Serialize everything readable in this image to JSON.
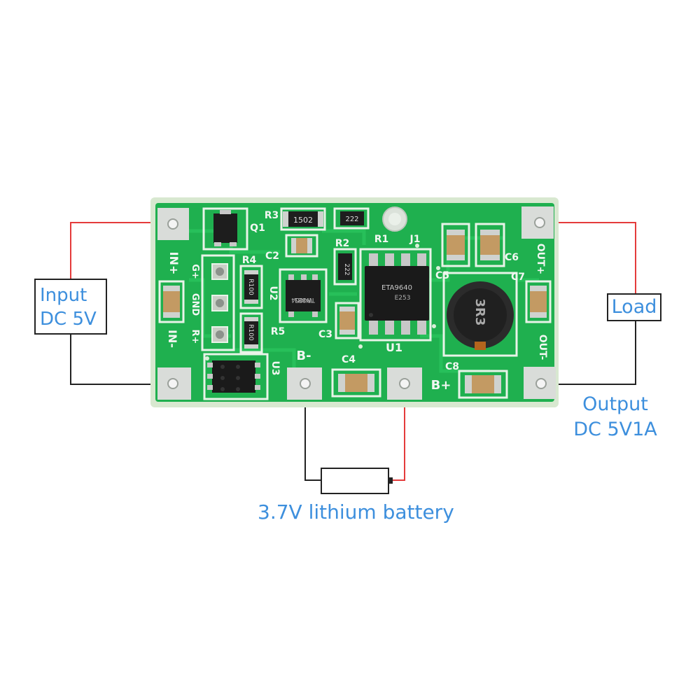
{
  "input_label": {
    "line1": "Input",
    "line2": "DC 5V"
  },
  "load_label": "Load",
  "output_label": {
    "line1": "Output",
    "line2": "DC 5V1A"
  },
  "battery_label": "3.7V lithium battery",
  "board": {
    "silk": {
      "in_plus": "IN+",
      "in_minus": "IN-",
      "g_plus": "G+",
      "gnd": "GND",
      "r_plus": "R+",
      "b_minus": "B-",
      "b_plus": "B+",
      "out_plus": "OUT+",
      "out_minus": "OUT-",
      "q1": "Q1",
      "r3": "R3",
      "r1": "R1",
      "j1": "J1",
      "r2": "R2",
      "r4": "R4",
      "r5": "R5",
      "c2": "C2",
      "c3": "C3",
      "c4": "C4",
      "c5": "C5",
      "c6": "C6",
      "c7": "C7",
      "c8": "C8",
      "u1": "U1",
      "u2": "U2",
      "u3": "U3"
    },
    "chip_markings": {
      "r3_code": "1502",
      "r2_code": "222",
      "r2b_code": "222",
      "r4_code": "R100",
      "r5_code": "R100",
      "u2_code": "W3B1",
      "u2_code2": "TP4054",
      "u1_code": "ETA9640",
      "u1_code2": "E253",
      "inductor": "3R3"
    }
  },
  "colors": {
    "pcb": "#1fb04f",
    "pcb_trace": "#28c25c",
    "pad": "#d9dcd9",
    "wire_red": "#e43b3b",
    "wire_black": "#222222",
    "label_blue": "#3d8fdd"
  }
}
